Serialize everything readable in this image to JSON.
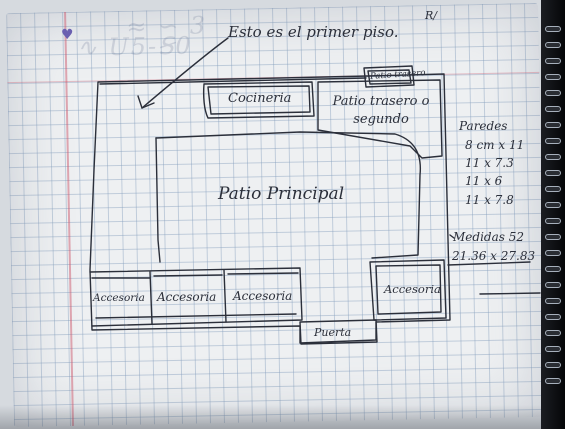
{
  "annotation": {
    "text": "Esto es el primer piso.",
    "corner_mark": "R/"
  },
  "rooms": {
    "patio_trasero_small": "Patio trasero",
    "cocina": "Cocineria",
    "patio_trasero": "Patio trasero o segundo",
    "patio_principal": "Patio Principal",
    "accesoria_1": "Accesoria",
    "accesoria_2": "Accesoria",
    "accesoria_3": "Accesoria",
    "accesoria_4": "Accesoria",
    "puerta": "Puerta"
  },
  "paredes": {
    "title": "Paredes",
    "items": [
      "8 cm x 11",
      "11 x 7.3",
      "11 x 6",
      "11 x 7.8"
    ]
  },
  "medidas": {
    "title": "Medidas 52",
    "value": "21.36 x 27.83"
  },
  "colors": {
    "ink": "#2b2f3a",
    "grid": "#87a0be",
    "paper": "#eef0f2",
    "margin": "#cd5a6e"
  }
}
